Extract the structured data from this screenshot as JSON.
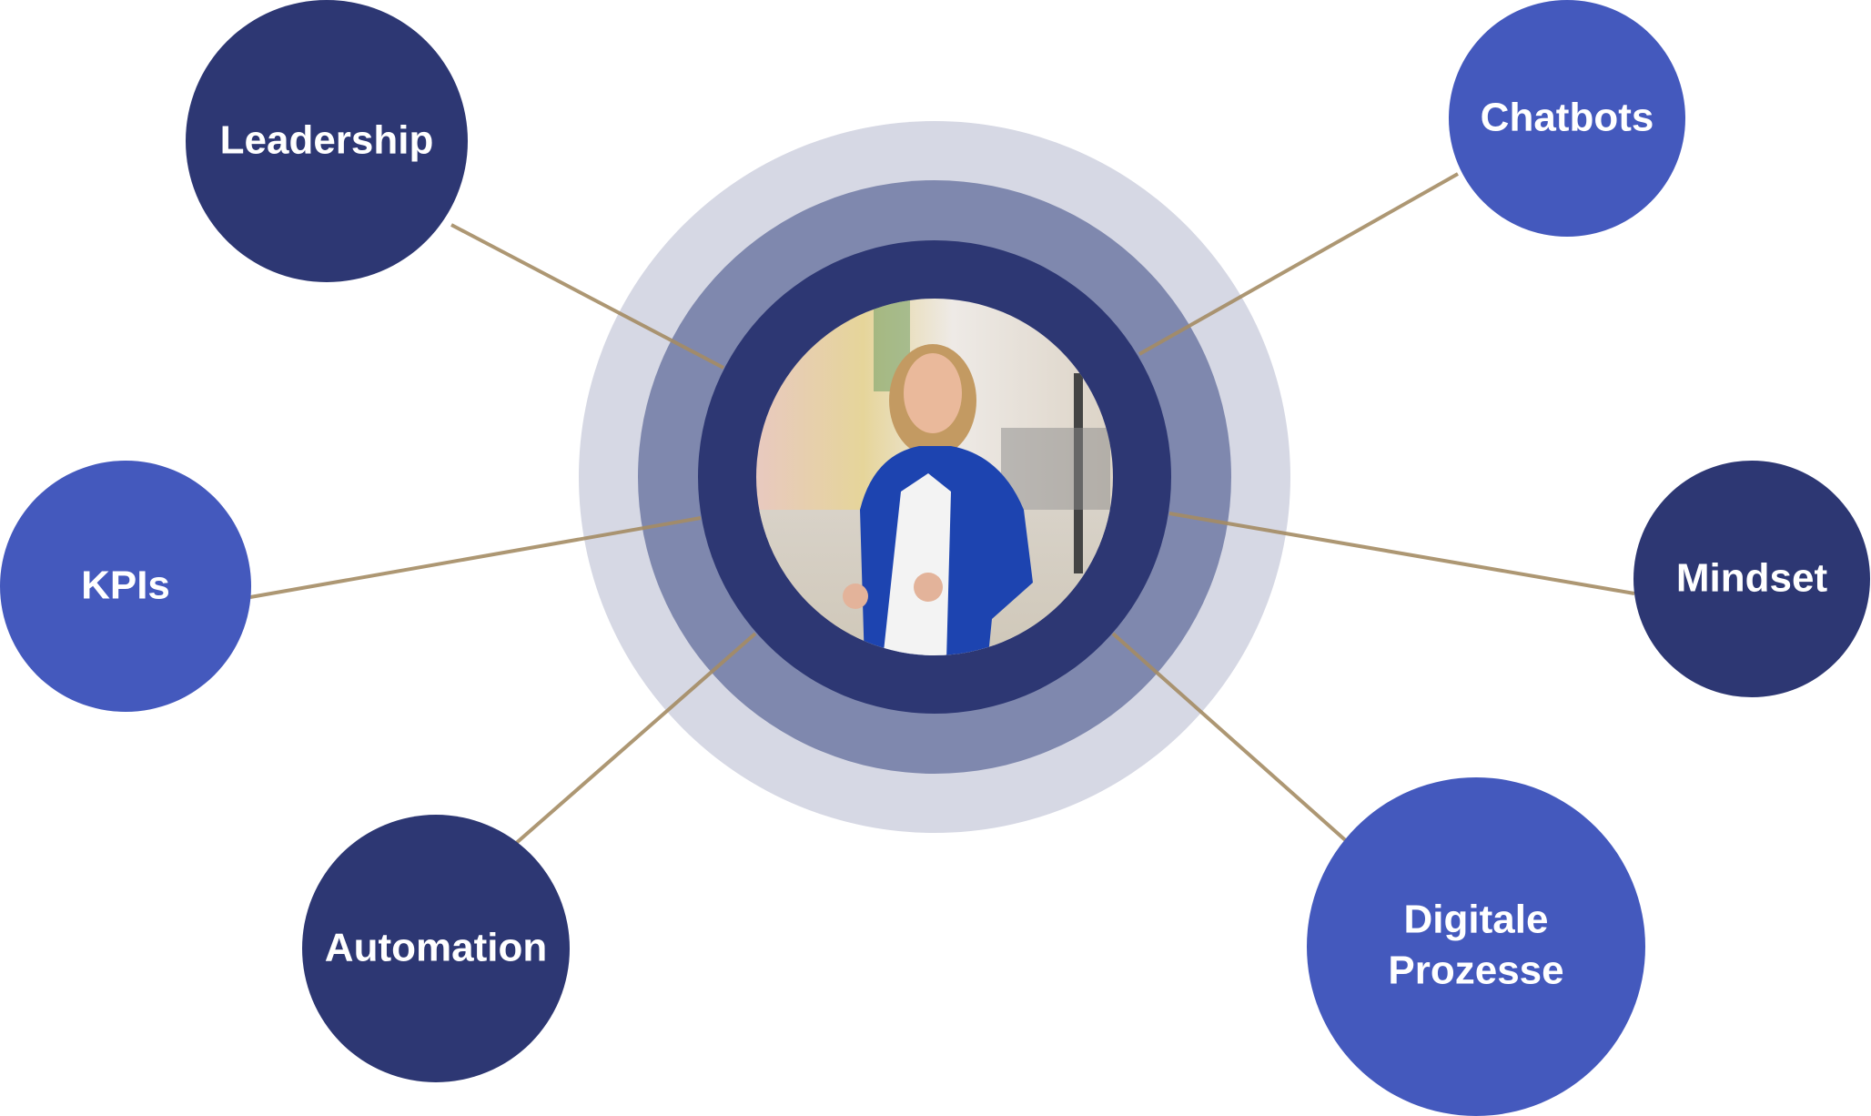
{
  "colors": {
    "dark_navy": "#2d3773",
    "blue": "#4459bd",
    "ring_outer": "#d6d8e4",
    "ring_middle": "#7f88ae",
    "connector": "#b59f7a"
  },
  "center": {
    "image": "portrait-photo"
  },
  "nodes": [
    {
      "id": "leadership",
      "label": "Leadership"
    },
    {
      "id": "chatbots",
      "label": "Chatbots"
    },
    {
      "id": "kpis",
      "label": "KPIs"
    },
    {
      "id": "mindset",
      "label": "Mindset"
    },
    {
      "id": "automation",
      "label": "Automation"
    },
    {
      "id": "digitale",
      "label_line1": "Digitale",
      "label_line2": "Prozesse"
    }
  ]
}
